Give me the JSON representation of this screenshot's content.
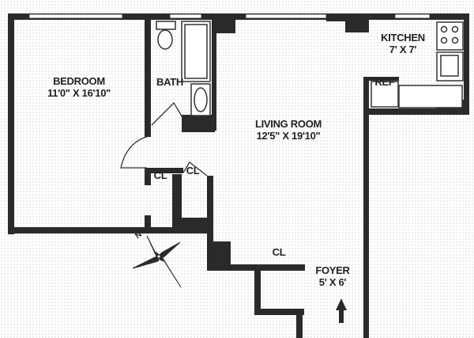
{
  "rooms": {
    "bedroom": {
      "name": "BEDROOM",
      "size": "11'0\" X 16'10\""
    },
    "bath": {
      "name": "BATH"
    },
    "living_room": {
      "name": "LIVING ROOM",
      "size": "12'5\" X 19'10\""
    },
    "kitchen": {
      "name": "KITCHEN",
      "size": "7' X 7'"
    },
    "ref": {
      "name": "REF"
    },
    "closet_1": {
      "name": "CL"
    },
    "closet_2": {
      "name": "CL"
    },
    "closet_3": {
      "name": "CL"
    },
    "foyer": {
      "name": "FOYER",
      "size": "5' X 6'"
    }
  },
  "compass": {
    "label": "N"
  },
  "colors": {
    "wall": "#2a2a2a",
    "fixture": "#333333"
  }
}
